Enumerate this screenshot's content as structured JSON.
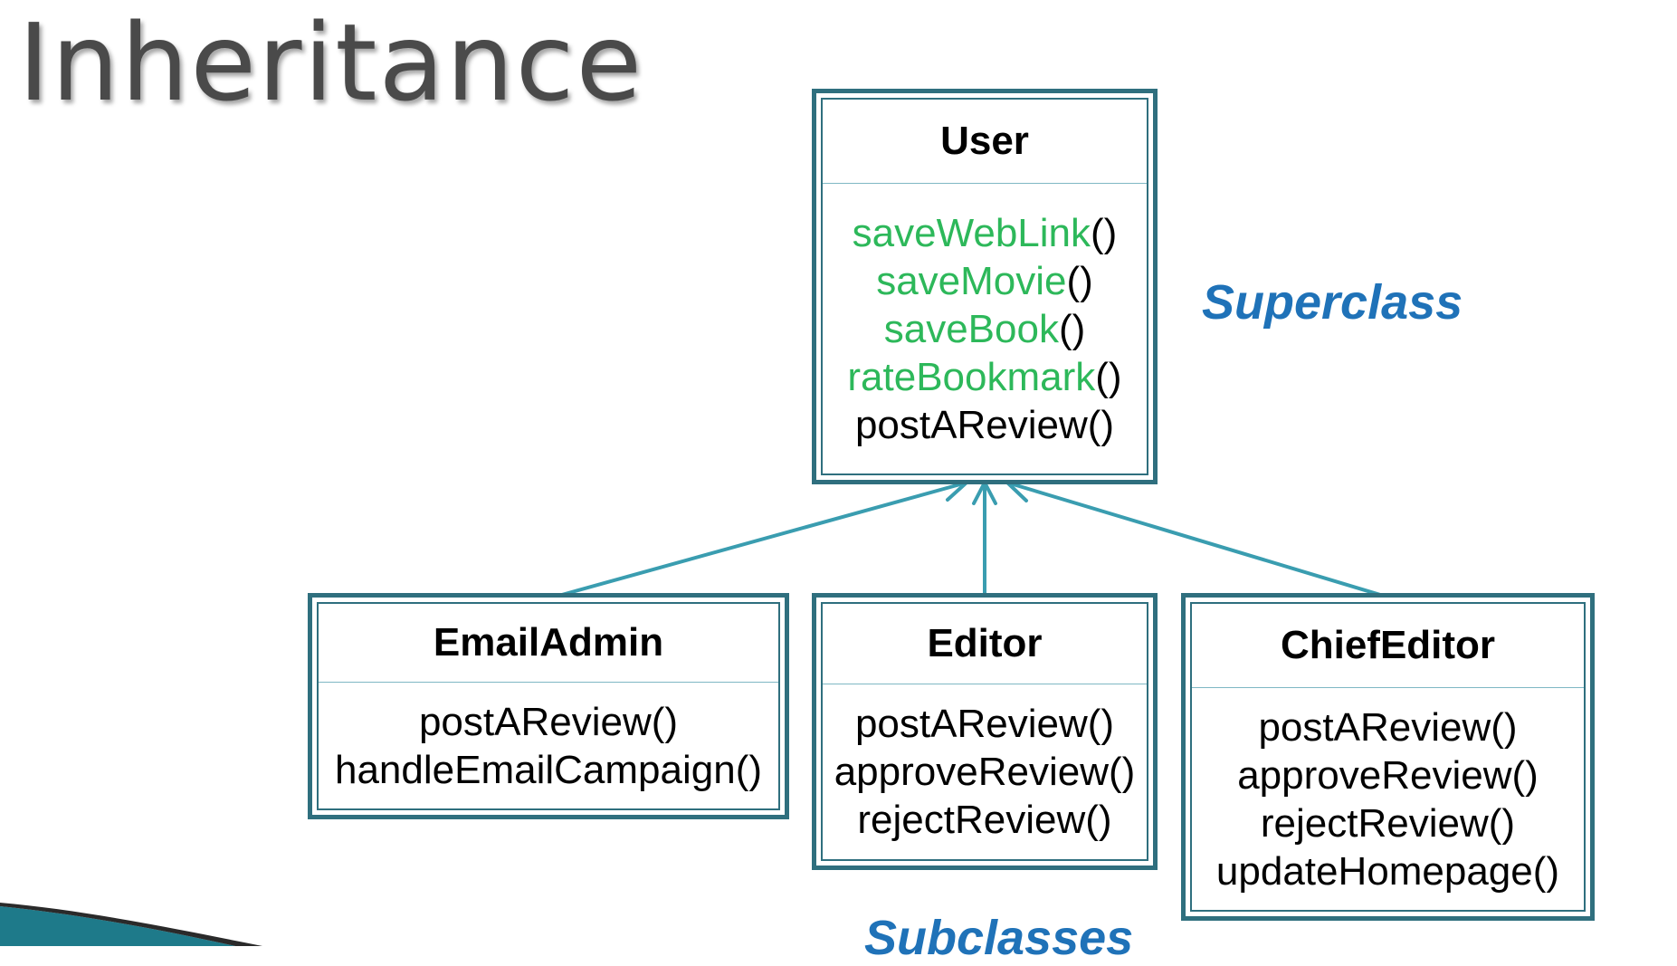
{
  "slide": {
    "title": "Inheritance",
    "superclass_label": "Superclass",
    "subclasses_label": "Subclasses"
  },
  "colors": {
    "border": "#2f6f7e",
    "arrow": "#3a9db0",
    "inherited_method": "#2db85a",
    "label": "#1f72b8"
  },
  "superclass": {
    "name": "User",
    "methods": [
      {
        "name": "saveWebLink",
        "parens": "()",
        "inherited": true
      },
      {
        "name": "saveMovie",
        "parens": "()",
        "inherited": true
      },
      {
        "name": "saveBook",
        "parens": "()",
        "inherited": true
      },
      {
        "name": "rateBookmark",
        "parens": "()",
        "inherited": true
      },
      {
        "name": "postAReview",
        "parens": "()",
        "inherited": false
      }
    ]
  },
  "subclasses": [
    {
      "name": "EmailAdmin",
      "methods": [
        "postAReview()",
        "handleEmailCampaign()"
      ]
    },
    {
      "name": "Editor",
      "methods": [
        "postAReview()",
        "approveReview()",
        "rejectReview()"
      ]
    },
    {
      "name": "ChiefEditor",
      "methods": [
        "postAReview()",
        "approveReview()",
        "rejectReview()",
        "updateHomepage()"
      ]
    }
  ]
}
